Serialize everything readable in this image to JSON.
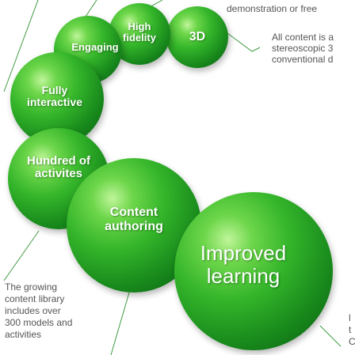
{
  "spheres": [
    {
      "label": "High\nfidelity"
    },
    {
      "label": "3D"
    },
    {
      "label": "Engaging"
    },
    {
      "label": "Fully\ninteractive"
    },
    {
      "label": "Hundred of\nactivites"
    },
    {
      "label": "Content\nauthoring"
    },
    {
      "label": "Improved\nlearning"
    }
  ],
  "notes": {
    "top": "demonstration or free",
    "stereo": "All content is a\nstereoscopic 3\nconventional d",
    "library": "The growing\ncontent library\nincludes over\n300 models and\nactivities",
    "bottom_right": "l\nt\nC"
  },
  "colors": {
    "sphere_green": "#1f9a25",
    "line": "#3f9a3f",
    "note_text": "#555555"
  }
}
